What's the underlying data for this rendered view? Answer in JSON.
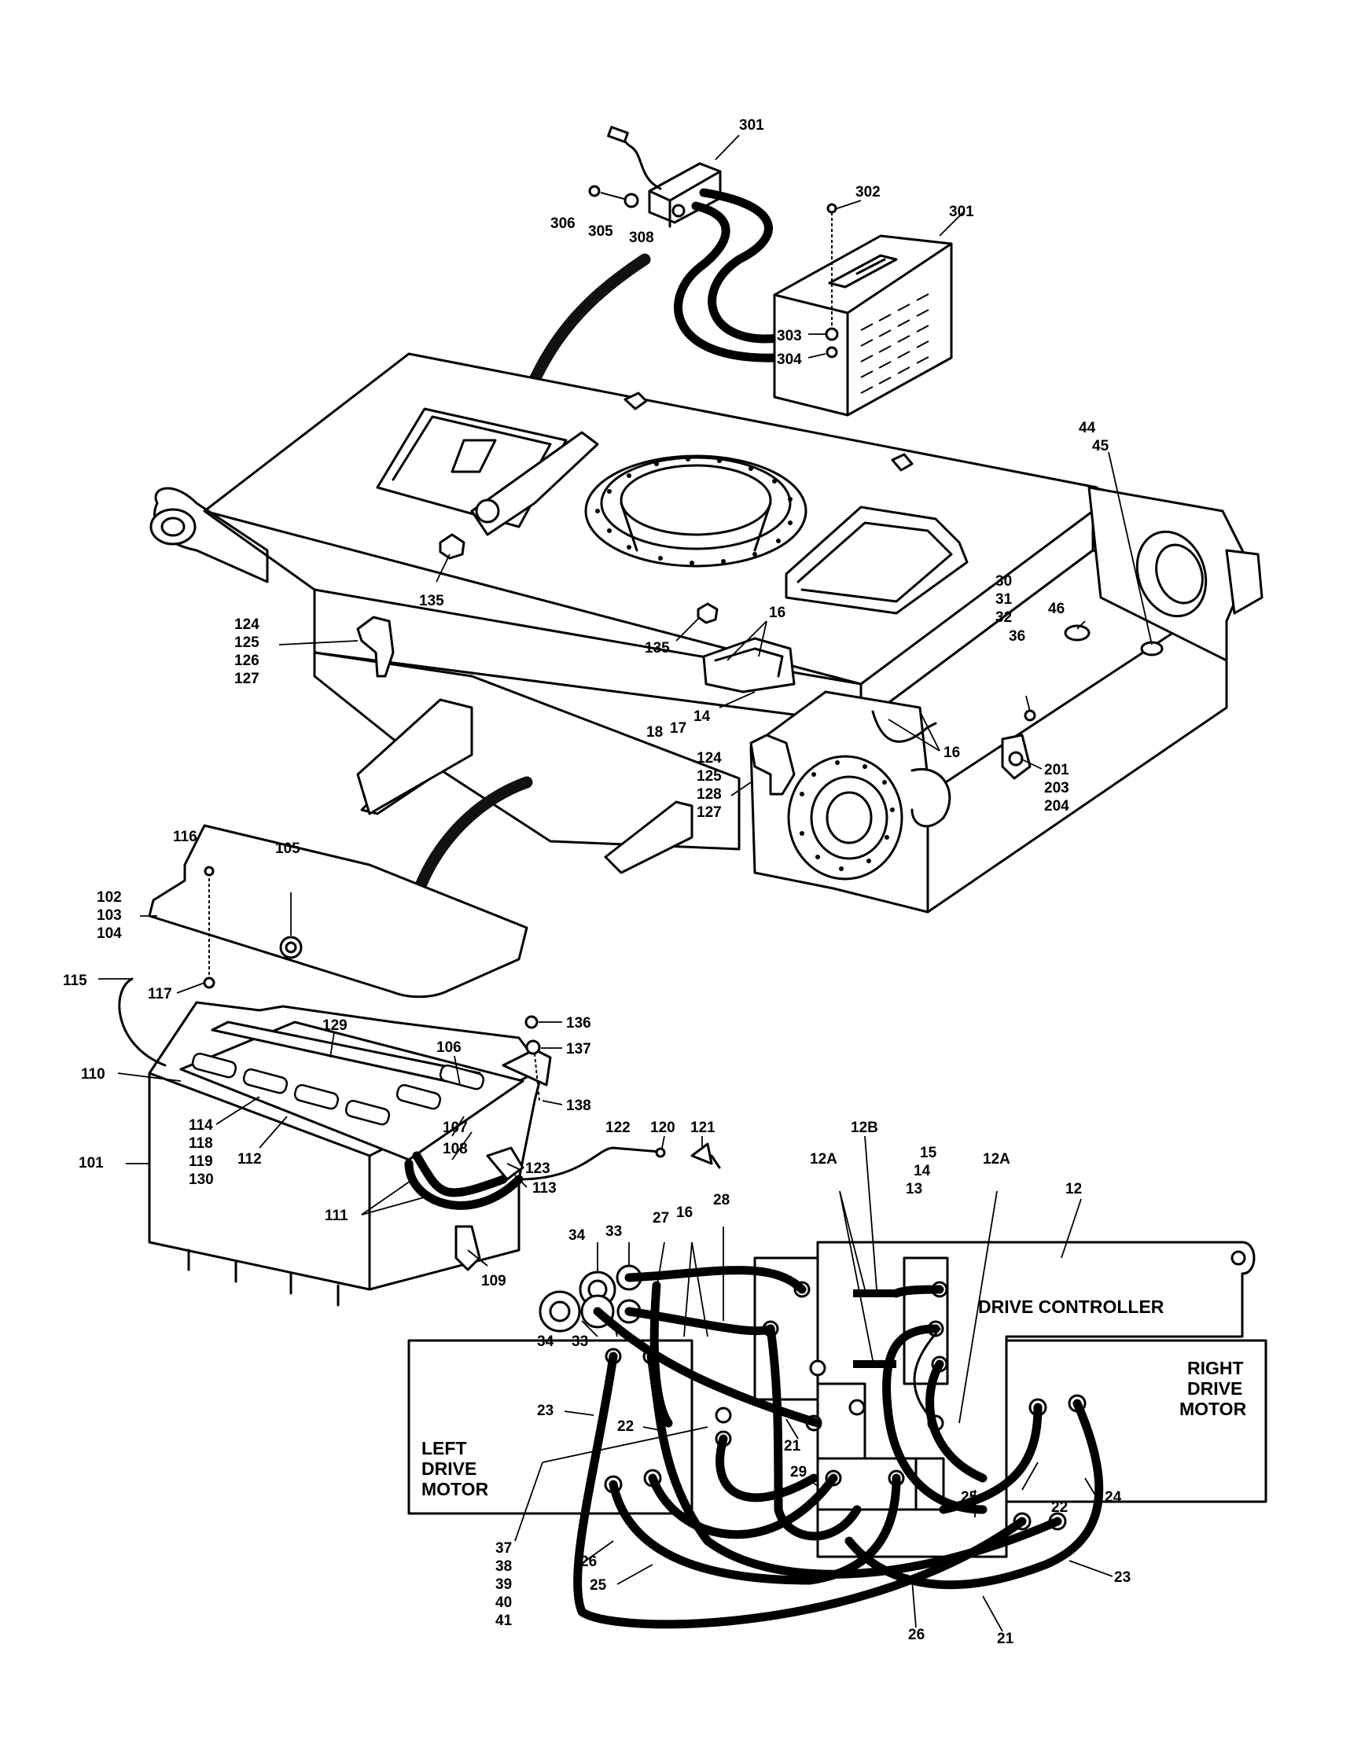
{
  "figure": {
    "panel_labels": {
      "drive_controller": "DRIVE CONTROLLER",
      "right_drive_motor": [
        "RIGHT",
        "DRIVE",
        "MOTOR"
      ],
      "left_drive_motor": [
        "LEFT",
        "DRIVE",
        "MOTOR"
      ]
    },
    "callouts": {
      "c301a": "301",
      "c302": "302",
      "c301b": "301",
      "c306": "306",
      "c305": "305",
      "c308": "308",
      "c303": "303",
      "c304": "304",
      "c44": "44",
      "c45": "45",
      "c135a": "135",
      "c135b": "135",
      "c124a": "124",
      "c125a": "125",
      "c126": "126",
      "c127a": "127",
      "c16a": "16",
      "c30": "30",
      "c31": "31",
      "c32": "32",
      "c46": "46",
      "c36": "36",
      "c14a": "14",
      "c18": "18",
      "c17": "17",
      "c124b": "124",
      "c125b": "125",
      "c128": "128",
      "c127b": "127",
      "c16b": "16",
      "c201": "201",
      "c203": "203",
      "c204": "204",
      "c116": "116",
      "c105": "105",
      "c102": "102",
      "c103": "103",
      "c104": "104",
      "c115": "115",
      "c117": "117",
      "c136": "136",
      "c137": "137",
      "c129": "129",
      "c106": "106",
      "c110": "110",
      "c138": "138",
      "c114": "114",
      "c118": "118",
      "c119": "119",
      "c130": "130",
      "c112": "112",
      "c107": "107",
      "c108": "108",
      "c122": "122",
      "c120": "120",
      "c121": "121",
      "c123": "123",
      "c101": "101",
      "c113": "113",
      "c111": "111",
      "c109": "109",
      "c12B": "12B",
      "c12Aa": "12A",
      "c15": "15",
      "c14b": "14",
      "c13": "13",
      "c12Ab": "12A",
      "c12": "12",
      "c34a": "34",
      "c33a": "33",
      "c27": "27",
      "c16c": "16",
      "c28": "28",
      "c34b": "34",
      "c33b": "33",
      "c23a": "23",
      "c22a": "22",
      "c21a": "21",
      "c29": "29",
      "c22b": "22",
      "c24": "24",
      "c25a": "25",
      "c26a": "26",
      "c25b": "25",
      "c23b": "23",
      "c26b": "26",
      "c21b": "21",
      "c37": "37",
      "c38": "38",
      "c39": "39",
      "c40": "40",
      "c41": "41"
    }
  }
}
